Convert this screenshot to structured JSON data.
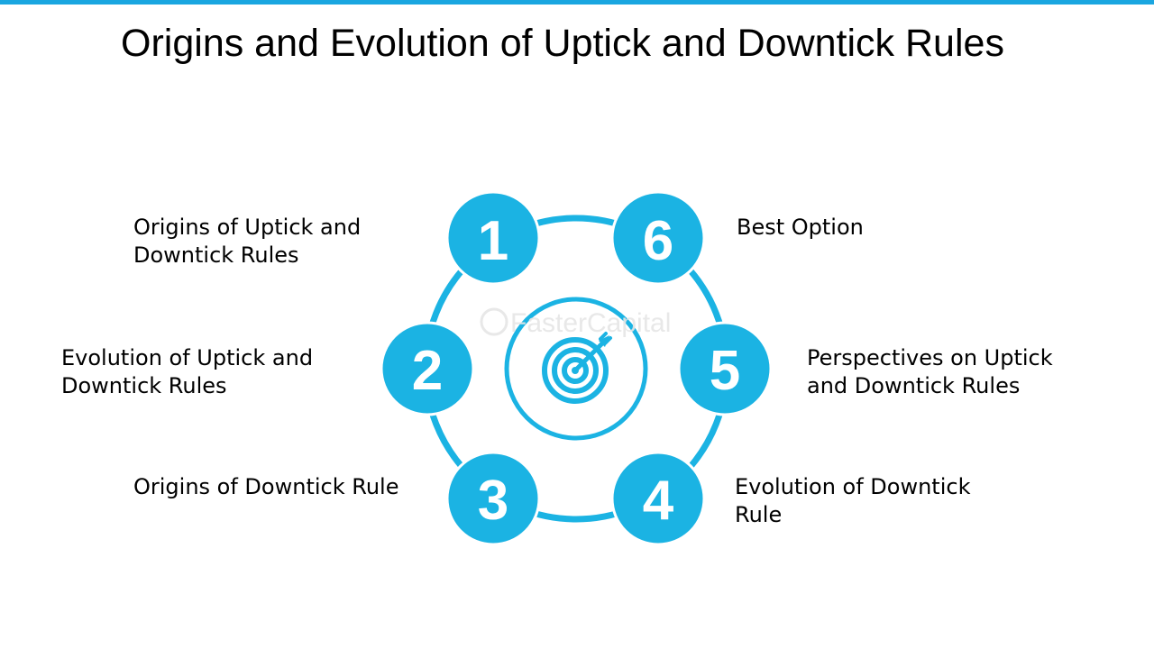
{
  "title": "Origins and Evolution of Uptick and Downtick Rules",
  "colors": {
    "accent": "#1bb3e3",
    "top_bar": "#1aa6e0",
    "text": "#000000",
    "watermark": "#e6e6e6"
  },
  "watermark": "FasterCapital",
  "center_icon": "target-dart-icon",
  "steps": [
    {
      "number": "1",
      "lines": [
        "Origins of Uptick and",
        "Downtick Rules"
      ]
    },
    {
      "number": "2",
      "lines": [
        "Evolution of Uptick and",
        "Downtick Rules"
      ]
    },
    {
      "number": "3",
      "lines": [
        "Origins of Downtick Rule"
      ]
    },
    {
      "number": "4",
      "lines": [
        "Evolution of Downtick",
        "Rule"
      ]
    },
    {
      "number": "5",
      "lines": [
        "Perspectives on Uptick",
        "and Downtick Rules"
      ]
    },
    {
      "number": "6",
      "lines": [
        "Best Option"
      ]
    }
  ]
}
